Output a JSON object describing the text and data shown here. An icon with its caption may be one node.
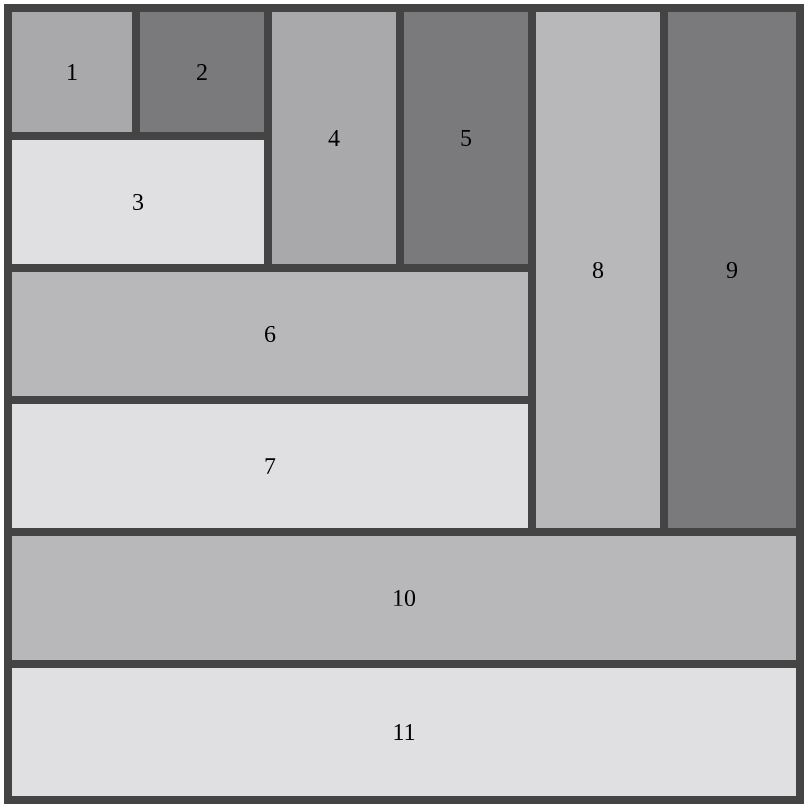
{
  "diagram": {
    "nodes": [
      {
        "text": [
          "1"
        ]
      },
      {
        "text": [
          "2"
        ]
      },
      {
        "text": [
          "3"
        ]
      },
      {
        "text": [
          "4"
        ]
      },
      {
        "text": [
          "5"
        ]
      },
      {
        "text": [
          "6"
        ]
      },
      {
        "text": [
          "7"
        ]
      },
      {
        "text": [
          "8"
        ]
      },
      {
        "text": [
          "9"
        ]
      },
      {
        "text": [
          "10"
        ]
      },
      {
        "text": [
          "11"
        ]
      }
    ]
  }
}
